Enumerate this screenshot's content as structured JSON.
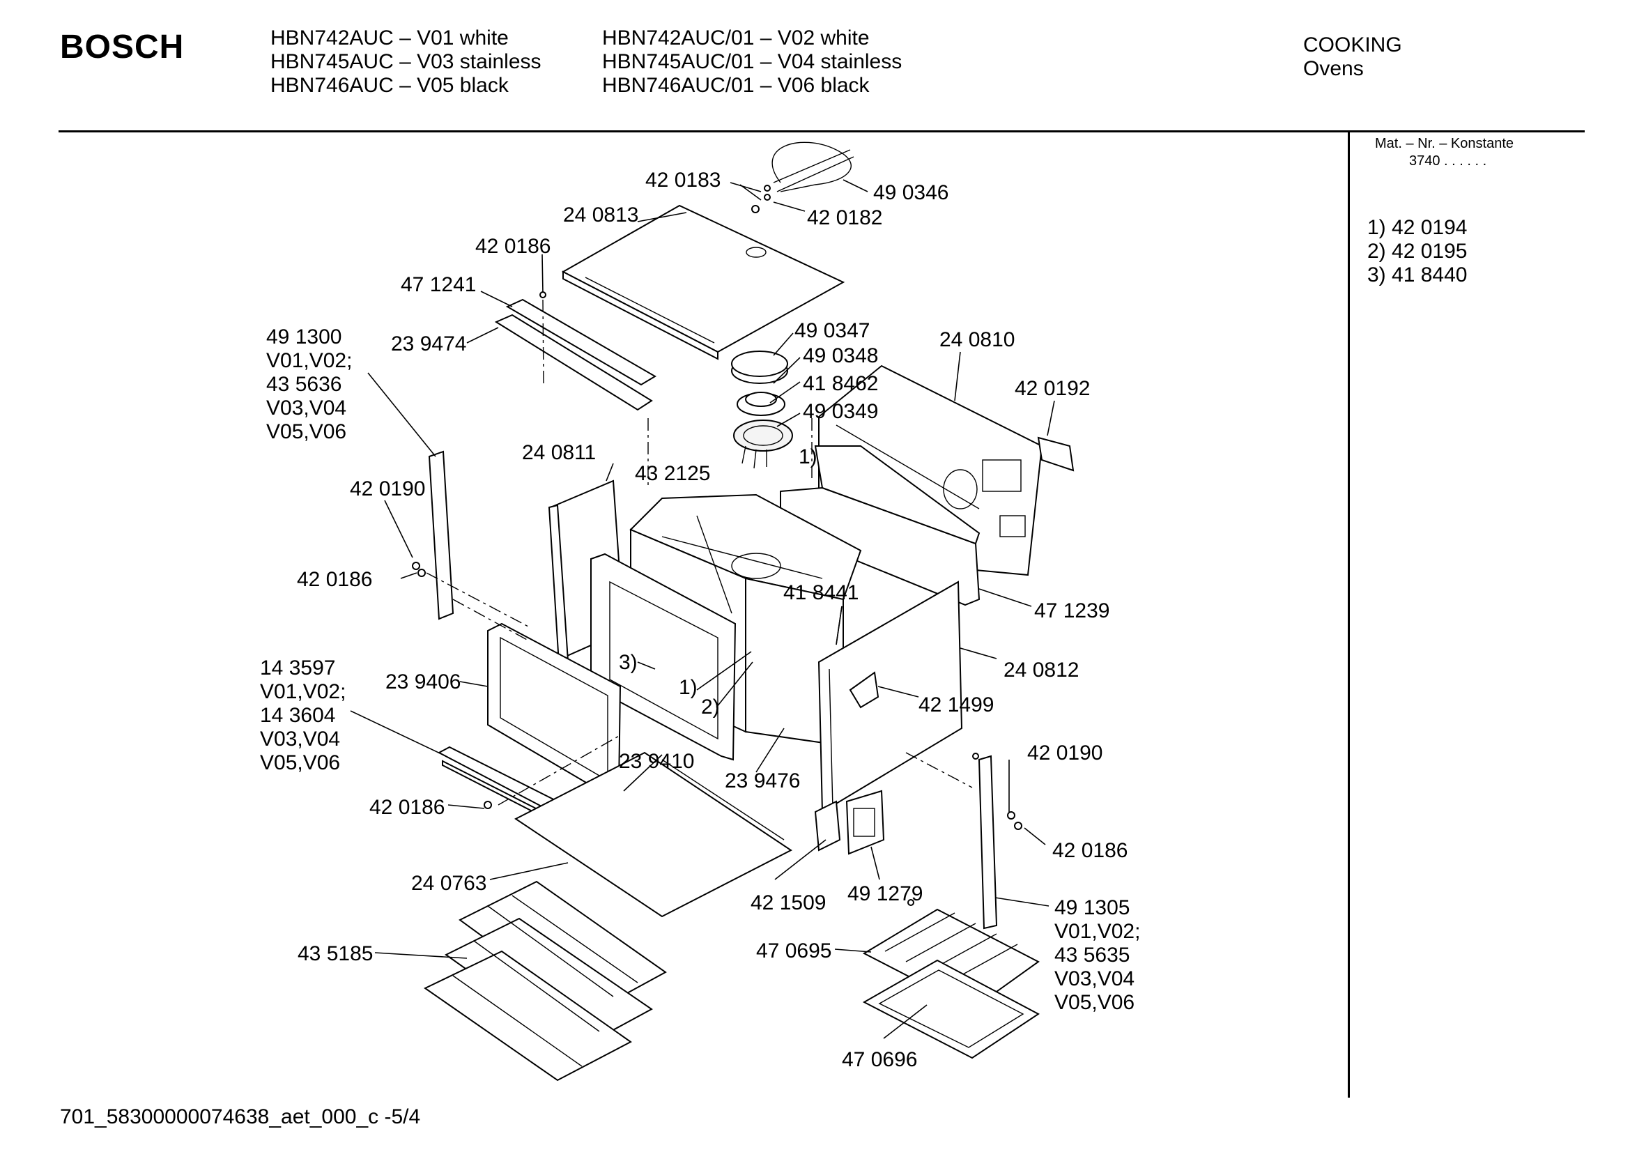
{
  "header": {
    "brand": "BOSCH",
    "models_col1": [
      "HBN742AUC – V01 white",
      "HBN745AUC – V03 stainless",
      "HBN746AUC – V05 black"
    ],
    "models_col2": [
      "HBN742AUC/01 – V02 white",
      "HBN745AUC/01 – V04 stainless",
      "HBN746AUC/01 – V06 black"
    ],
    "category": "COOKING",
    "subcategory": "Ovens"
  },
  "side_panel": {
    "mat_title": "Mat. – Nr. – Konstante",
    "mat_value": "3740 . .   . . . .",
    "notes": [
      "1) 42 0194",
      "2) 42 0195",
      "3) 41 8440"
    ]
  },
  "parts": {
    "p420183": "42 0183",
    "p490346": "49 0346",
    "p420182": "42 0182",
    "p240813": "24 0813",
    "p420186_top": "42 0186",
    "p471241": "47 1241",
    "p239474": "23 9474",
    "l491300_1": "49 1300",
    "l491300_2": "V01,V02;",
    "l491300_3": "43 5636",
    "l491300_4": "V03,V04",
    "l491300_5": "V05,V06",
    "p490347": "49 0347",
    "p490348": "49 0348",
    "p418462": "41 8462",
    "p490349": "49 0349",
    "p240810": "24 0810",
    "p420192": "42 0192",
    "p240811": "24 0811",
    "p432125": "43 2125",
    "n1_top": "1)",
    "p420190_left": "42 0190",
    "p420186_left": "42 0186",
    "p418441": "41 8441",
    "p471239": "47 1239",
    "n3": "3)",
    "n1": "1)",
    "n2": "2)",
    "l143597_1": "14 3597",
    "l143597_2": "V01,V02;",
    "l143597_3": "14 3604",
    "l143597_4": "V03,V04",
    "l143597_5": "V05,V06",
    "p239406": "23 9406",
    "p240812": "24 0812",
    "p421499": "42 1499",
    "p239410": "23 9410",
    "p239476": "23 9476",
    "p420190_right": "42 0190",
    "p420186_mid": "42 0186",
    "p420186_right": "42 0186",
    "p240763": "24 0763",
    "p421509": "42 1509",
    "p491279": "49 1279",
    "l491305_1": "49 1305",
    "l491305_2": "V01,V02;",
    "l491305_3": "43 5635",
    "l491305_4": "V03,V04",
    "l491305_5": "V05,V06",
    "p435185": "43 5185",
    "p470695": "47 0695",
    "p470696": "47 0696"
  },
  "footer": {
    "doc_id": "701_58300000074638_aet_000_c -5/4"
  }
}
